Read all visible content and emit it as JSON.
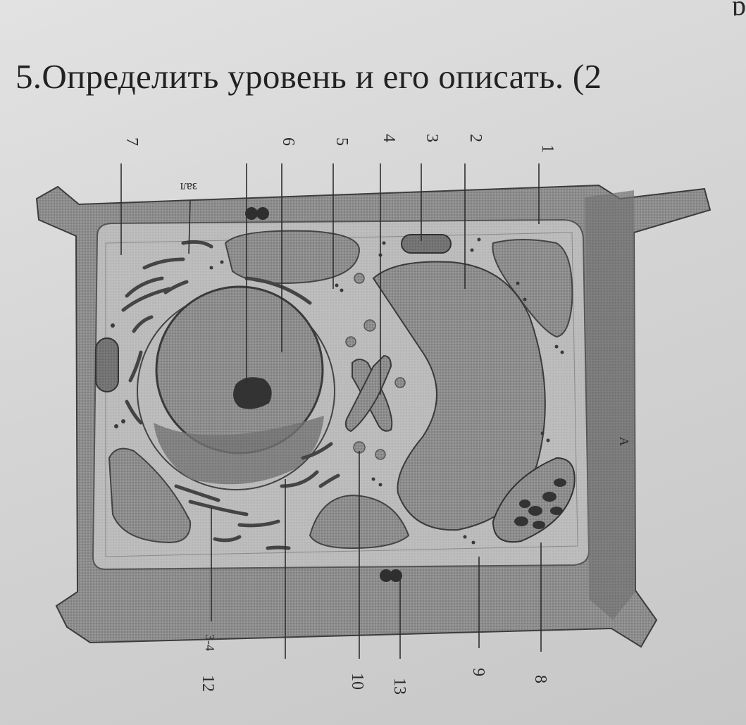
{
  "header": {
    "partial_prev_line": "р",
    "task_title": "5.Определить уровень и его описать. (2"
  },
  "figure": {
    "top_labels": [
      "7",
      "зал",
      "6",
      "5",
      "4",
      "3",
      "2",
      "1"
    ],
    "bottom_labels": [
      "12",
      "3-4",
      "10",
      "13",
      "9",
      "8"
    ],
    "side_label": "А"
  }
}
